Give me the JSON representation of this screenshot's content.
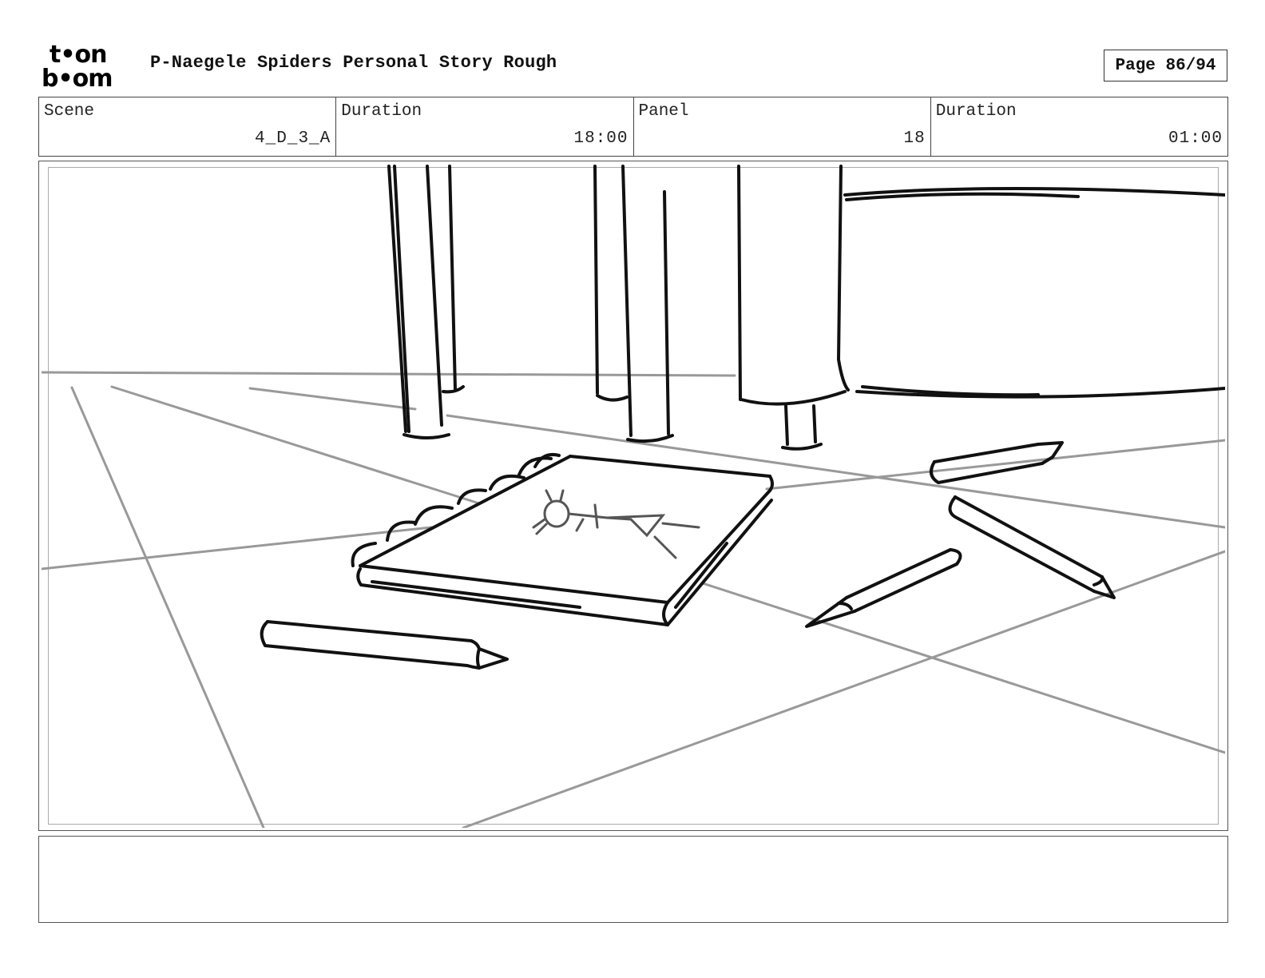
{
  "header": {
    "logo_top": "t•on",
    "logo_bottom": "b•om",
    "title": "P-Naegele Spiders Personal Story Rough",
    "page": "Page 86/94"
  },
  "info": {
    "scene_label": "Scene",
    "scene_value": "4_D_3_A",
    "duration_label": "Duration",
    "duration_value": "18:00",
    "panel_label": "Panel",
    "panel_value": "18",
    "panel_duration_label": "Duration",
    "panel_duration_value": "01:00"
  },
  "panel": {
    "sketch": "storyboard-sketch"
  },
  "notes": {
    "text": ""
  },
  "colors": {
    "line": "#111111",
    "guide": "#999999",
    "frame": "#555555"
  }
}
